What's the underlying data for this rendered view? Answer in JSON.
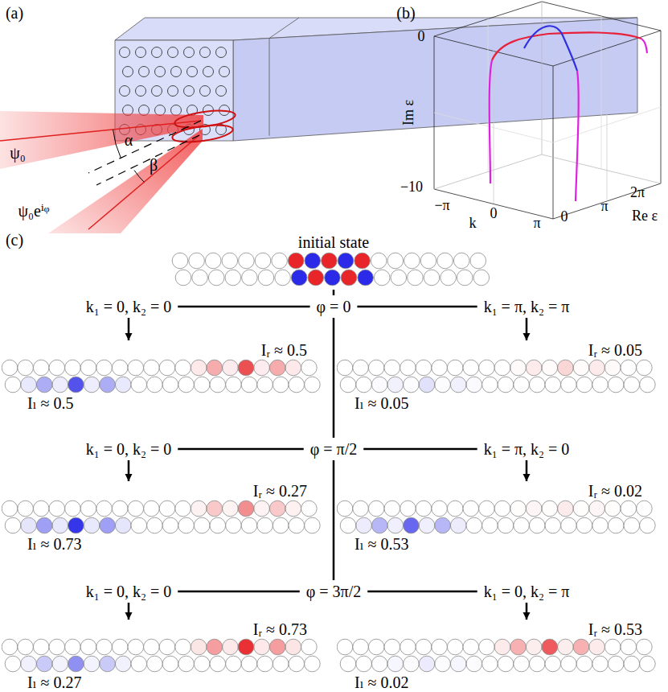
{
  "diagram": {
    "nodes": [
      {
        "text": [
          "initial state"
        ]
      },
      {
        "text": [
          "φ = 0"
        ]
      },
      {
        "text": [
          "k₁ = 0, k₂ = 0"
        ]
      },
      {
        "text": [
          "k₁ = π, k₂ = π"
        ]
      },
      {
        "text": [
          "Iᵣ ≈ 0.5",
          "Iₗ ≈ 0.5"
        ]
      },
      {
        "text": [
          "Iᵣ ≈ 0.05",
          "Iₗ ≈ 0.05"
        ]
      },
      {
        "text": [
          "φ = π/2"
        ]
      },
      {
        "text": [
          "k₁ = 0, k₂ = 0"
        ]
      },
      {
        "text": [
          "k₁ = π, k₂ = 0"
        ]
      },
      {
        "text": [
          "Iᵣ ≈ 0.27",
          "Iₗ ≈ 0.73"
        ]
      },
      {
        "text": [
          "Iᵣ ≈ 0.02",
          "Iₗ ≈ 0.53"
        ]
      },
      {
        "text": [
          "φ = 3π/2"
        ]
      },
      {
        "text": [
          "k₁ = 0, k₂ = 0"
        ]
      },
      {
        "text": [
          "k₁ = 0, k₂ = π"
        ]
      },
      {
        "text": [
          "Iᵣ ≈ 0.73",
          "Iₗ ≈ 0.27"
        ]
      },
      {
        "text": [
          "Iᵣ ≈ 0.53",
          "Iₗ ≈ 0.02"
        ]
      }
    ],
    "edges": [
      {
        "from": 0,
        "to": 1,
        "arrow": "none"
      },
      {
        "from": 1,
        "to": 2,
        "arrow": "none"
      },
      {
        "from": 1,
        "to": 3,
        "arrow": "none"
      },
      {
        "from": 2,
        "to": 4,
        "arrow": "to"
      },
      {
        "from": 3,
        "to": 5,
        "arrow": "to"
      },
      {
        "from": 1,
        "to": 6,
        "arrow": "none"
      },
      {
        "from": 6,
        "to": 7,
        "arrow": "none"
      },
      {
        "from": 6,
        "to": 8,
        "arrow": "none"
      },
      {
        "from": 7,
        "to": 9,
        "arrow": "to"
      },
      {
        "from": 8,
        "to": 10,
        "arrow": "to"
      },
      {
        "from": 6,
        "to": 11,
        "arrow": "none"
      },
      {
        "from": 11,
        "to": 12,
        "arrow": "none"
      },
      {
        "from": 11,
        "to": 13,
        "arrow": "none"
      },
      {
        "from": 12,
        "to": 14,
        "arrow": "to"
      },
      {
        "from": 13,
        "to": 15,
        "arrow": "to"
      }
    ],
    "labels": [
      "(a)",
      "ψ₀",
      "ψ₀eⁱᵠ",
      "α",
      "β",
      "(b)",
      "0",
      "Im ε",
      "−10",
      "−π",
      "k",
      "0",
      "π",
      "0",
      "π",
      "2π",
      "Re ε",
      "(c)"
    ]
  }
}
